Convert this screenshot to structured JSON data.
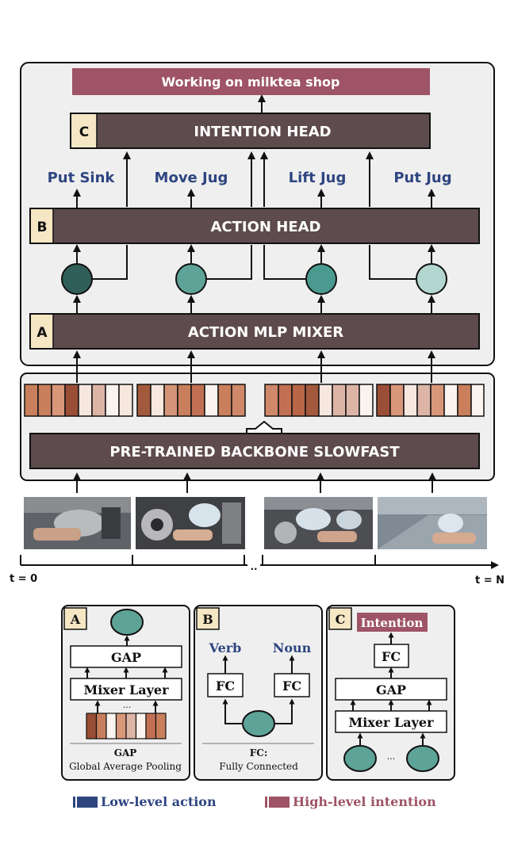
{
  "top": {
    "intention_label": "Working on milktea shop",
    "intention_head": {
      "letter": "C",
      "label": "INTENTION HEAD"
    },
    "actions": [
      "Put Sink",
      "Move Jug",
      "Lift Jug",
      "Put Jug"
    ],
    "action_head": {
      "letter": "B",
      "label": "ACTION HEAD"
    },
    "mixer": {
      "letter": "A",
      "label": "ACTION MLP MIXER"
    },
    "backbone": {
      "label": "PRE-TRAINED BACKBONE SLOWFAST"
    },
    "timeline": {
      "start": "t = 0",
      "end": "t = N",
      "ellipsis": ".."
    }
  },
  "legend_boxes": {
    "a": {
      "letter": "A",
      "gap": "GAP",
      "mixer_layer": "Mixer Layer",
      "dots": "...",
      "caption_title": "GAP",
      "caption_text": "Global Average Pooling"
    },
    "b": {
      "letter": "B",
      "verb": "Verb",
      "noun": "Noun",
      "fc1": "FC",
      "fc2": "FC",
      "caption_title": "FC:",
      "caption_text": "Fully Connected"
    },
    "c": {
      "letter": "C",
      "intention": "Intention",
      "fc": "FC",
      "gap": "GAP",
      "mixer_layer": "Mixer Layer",
      "dots": "..."
    }
  },
  "key": {
    "low": "Low-level action",
    "high": "High-level intention"
  },
  "colors": {
    "dark_box": "#5e4b4d",
    "intention": "#9e5466",
    "action_text": "#2e4580",
    "letter_bg": "#f5e6c4",
    "panel_bg": "#efefef",
    "circle_1": "#2f5f58",
    "circle_2": "#5ea397",
    "circle_3": "#4b9a8f",
    "circle_4": "#b3d6d1"
  }
}
